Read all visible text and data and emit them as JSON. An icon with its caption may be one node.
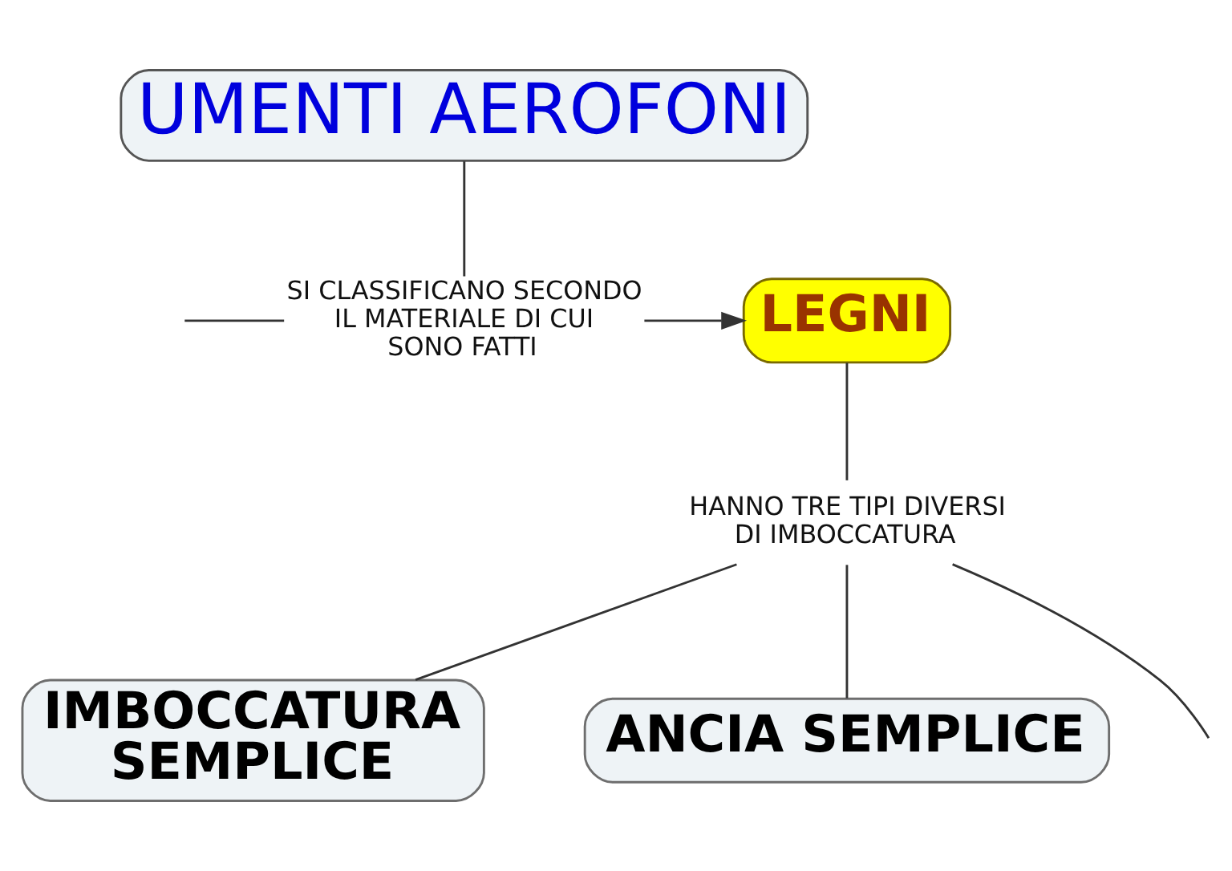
{
  "diagram": {
    "nodes": [
      {
        "text": [
          "UMENTI AEROFONI"
        ]
      },
      {
        "text": [
          "SI CLASSIFICANO SECONDO IL MATERIALE DI CUI SONO FATTI"
        ]
      },
      {
        "text": [
          "LEGNI"
        ]
      },
      {
        "text": [
          "HANNO TRE TIPI DIVERSI DI IMBOCCATURA"
        ]
      },
      {
        "text": [
          "IMBOCCATURA SEMPLICE"
        ]
      },
      {
        "text": [
          "ANCIA SEMPLICE"
        ]
      }
    ],
    "edges": [
      {
        "from": 0,
        "to": 1,
        "arrow": "none"
      },
      {
        "from": null,
        "to": 1,
        "arrow": "none"
      },
      {
        "from": 1,
        "to": 2,
        "arrow": "to"
      },
      {
        "from": 2,
        "to": 3,
        "arrow": "none"
      },
      {
        "from": 3,
        "to": 4,
        "arrow": "none"
      },
      {
        "from": 3,
        "to": 5,
        "arrow": "none"
      },
      {
        "from": 3,
        "to": null,
        "arrow": "none"
      }
    ]
  }
}
